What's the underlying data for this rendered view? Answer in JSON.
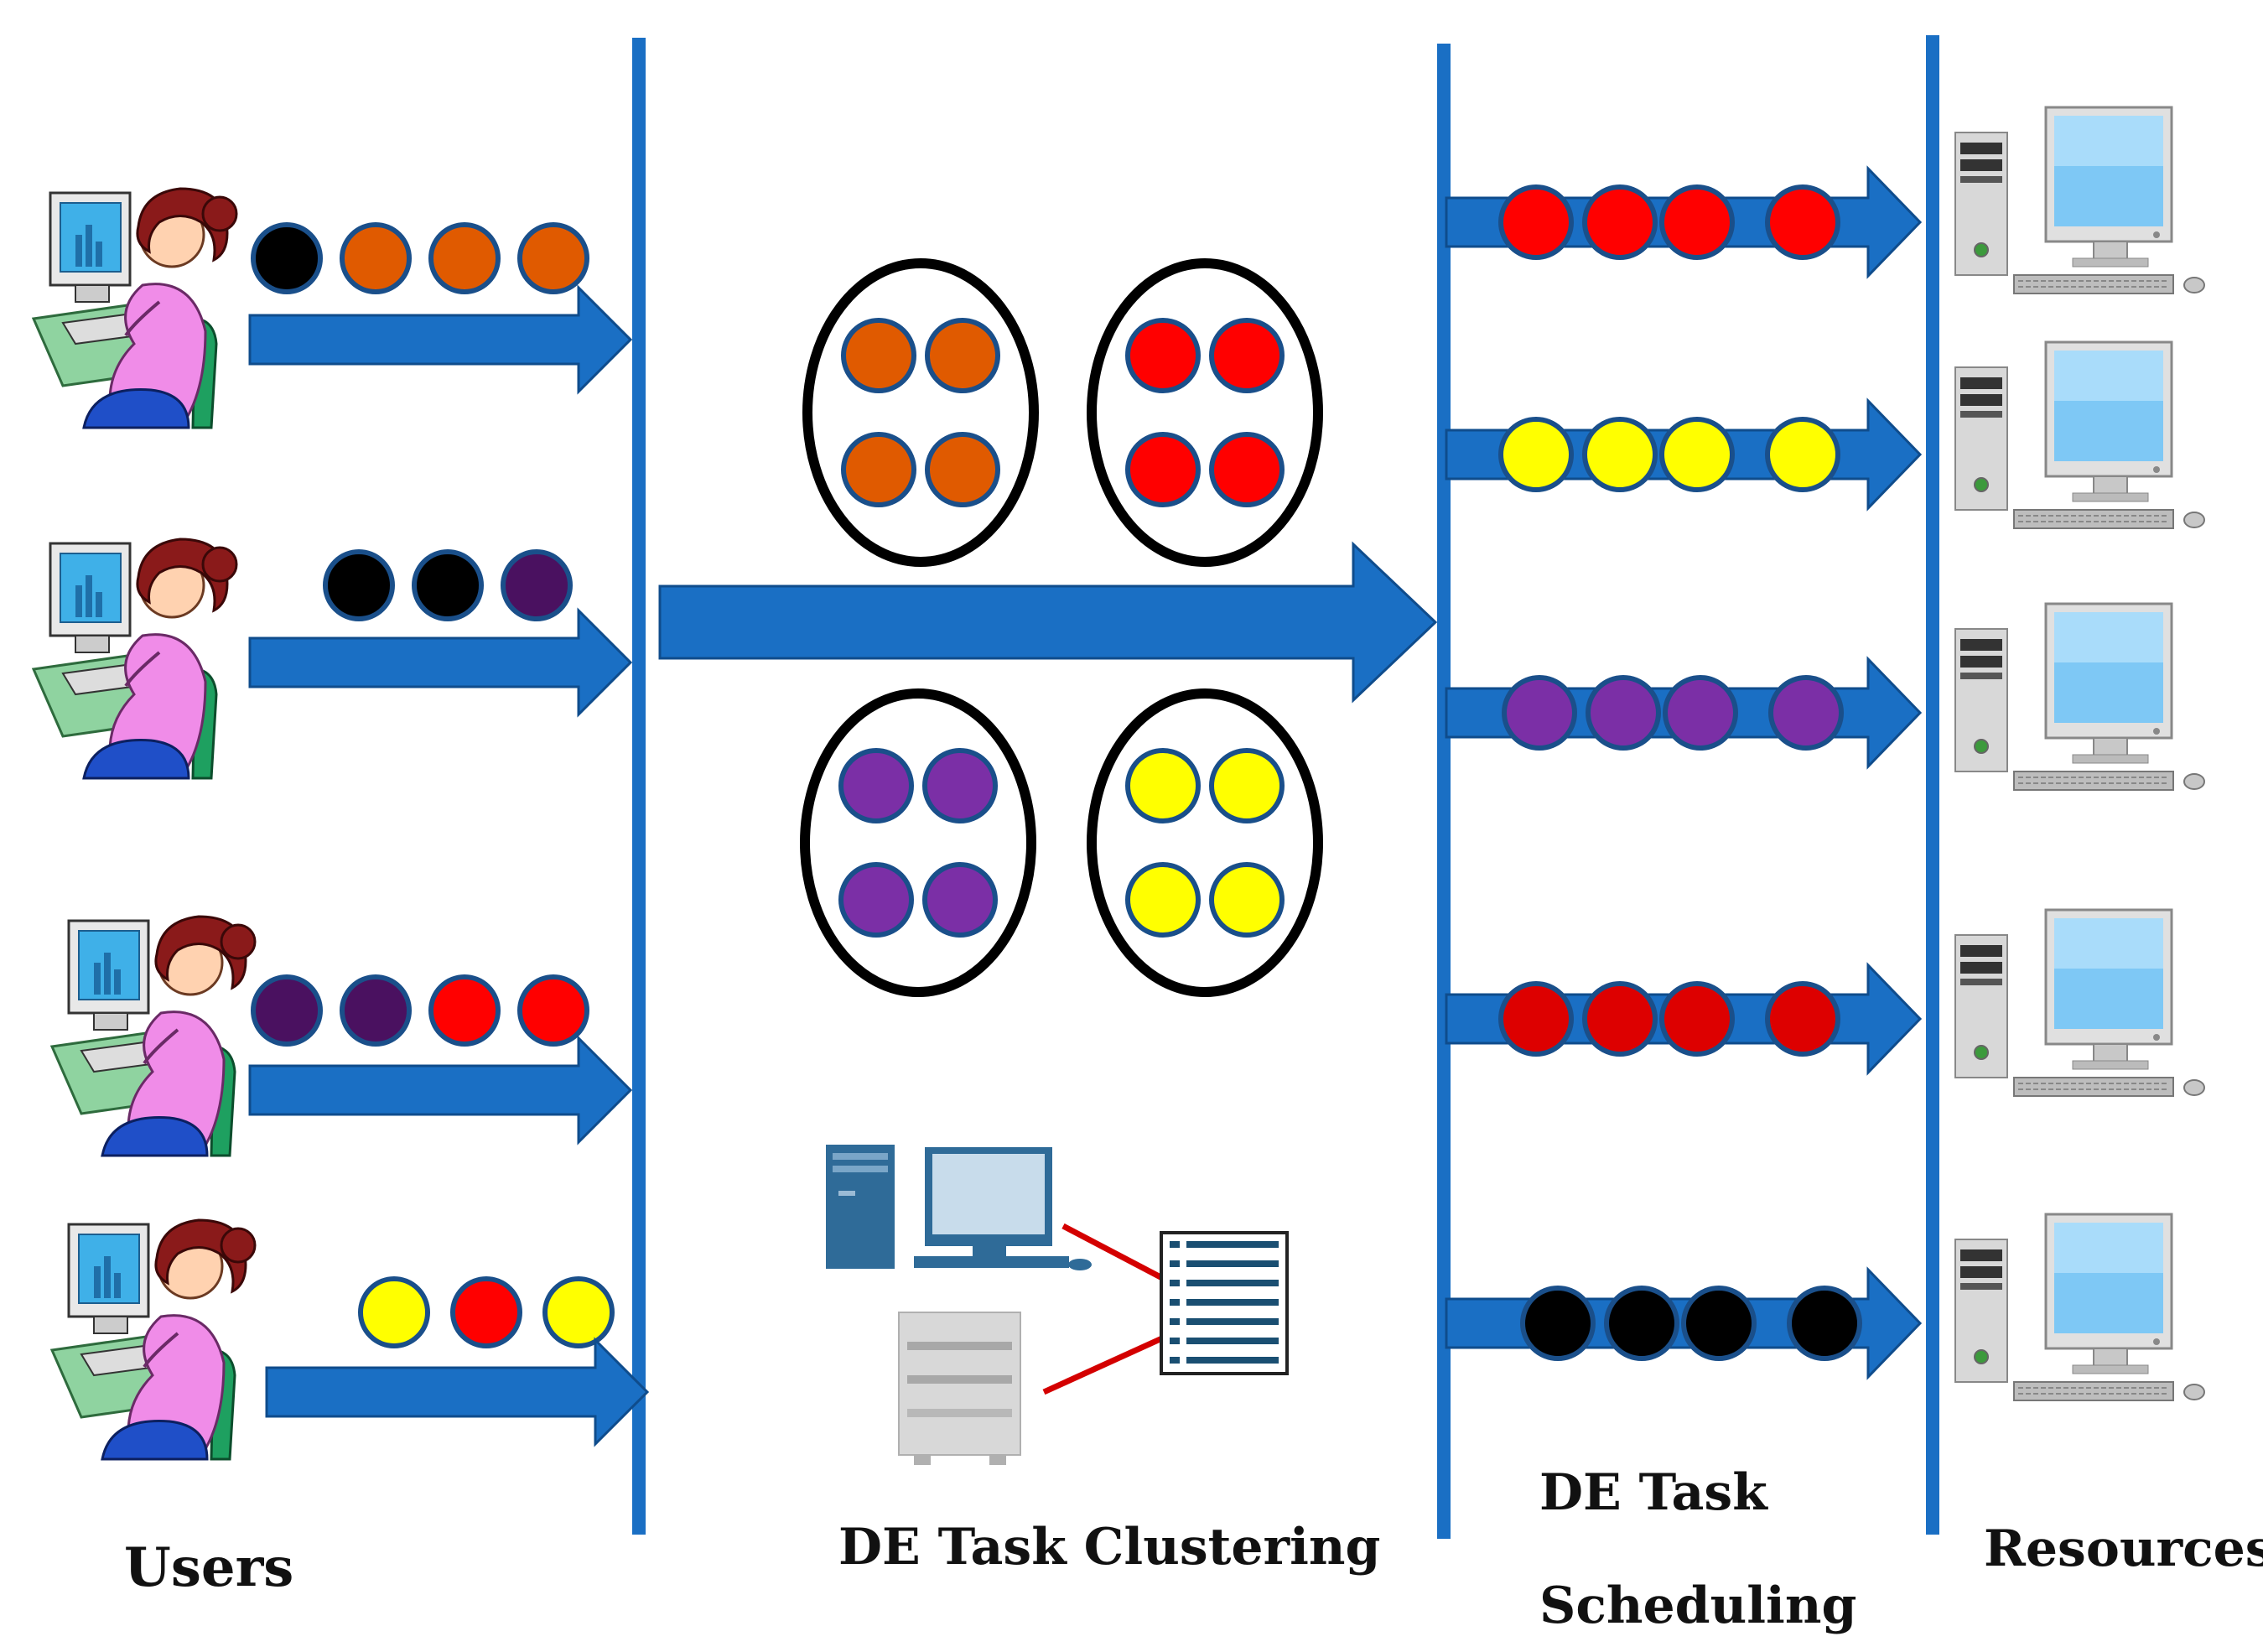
{
  "labels": {
    "users": "Users",
    "clustering": "DE Task Clustering",
    "scheduling_line1": "DE Task",
    "scheduling_line2": "Scheduling",
    "resources": "Resources"
  },
  "colors": {
    "arrow": "#1a6fc4",
    "divider": "#1a6fc4",
    "black_task": "#000000",
    "orange_task": "#e05a00",
    "red_task": "#ff0000",
    "dark_red_task": "#dd0000",
    "purple_task": "#7b2fa6",
    "dark_purple_task": "#4a1160",
    "yellow_task": "#ffff00",
    "cluster_outline": "#000000",
    "task_outline": "#1a4f8a"
  },
  "icons": {
    "user": "user-at-computer-icon",
    "resource": "desktop-computer-icon",
    "clustering": "server-network-icon"
  },
  "users": [
    {
      "tasks": [
        "black_task",
        "orange_task",
        "orange_task",
        "orange_task"
      ]
    },
    {
      "tasks": [
        "black_task",
        "black_task",
        "dark_purple_task"
      ]
    },
    {
      "tasks": [
        "dark_purple_task",
        "dark_purple_task",
        "red_task",
        "red_task"
      ]
    },
    {
      "tasks": [
        "yellow_task",
        "red_task",
        "yellow_task"
      ]
    }
  ],
  "clusters": [
    {
      "color": "orange_task",
      "count": 4
    },
    {
      "color": "red_task",
      "count": 4
    },
    {
      "color": "purple_task",
      "count": 4
    },
    {
      "color": "yellow_task",
      "count": 4
    }
  ],
  "schedules": [
    {
      "color": "red_task",
      "count": 4
    },
    {
      "color": "yellow_task",
      "count": 4
    },
    {
      "color": "purple_task",
      "count": 4
    },
    {
      "color": "dark_red_task",
      "count": 4
    },
    {
      "color": "black_task",
      "count": 4
    }
  ],
  "resources_count": 5
}
